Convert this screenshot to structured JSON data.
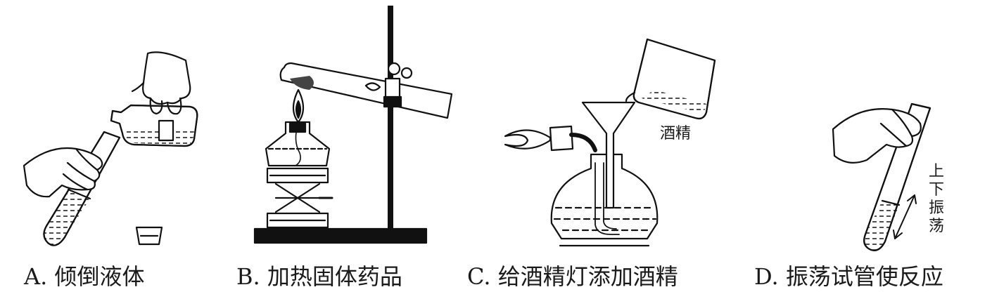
{
  "panels": [
    {
      "id": "A",
      "caption": "A. 倾倒液体"
    },
    {
      "id": "B",
      "caption": "B. 加热固体药品"
    },
    {
      "id": "C",
      "caption": "C. 给酒精灯添加酒精",
      "label": "酒精"
    },
    {
      "id": "D",
      "caption": "D. 振荡试管使反应",
      "label_chars": [
        "上",
        "下",
        "振",
        "荡"
      ]
    }
  ]
}
